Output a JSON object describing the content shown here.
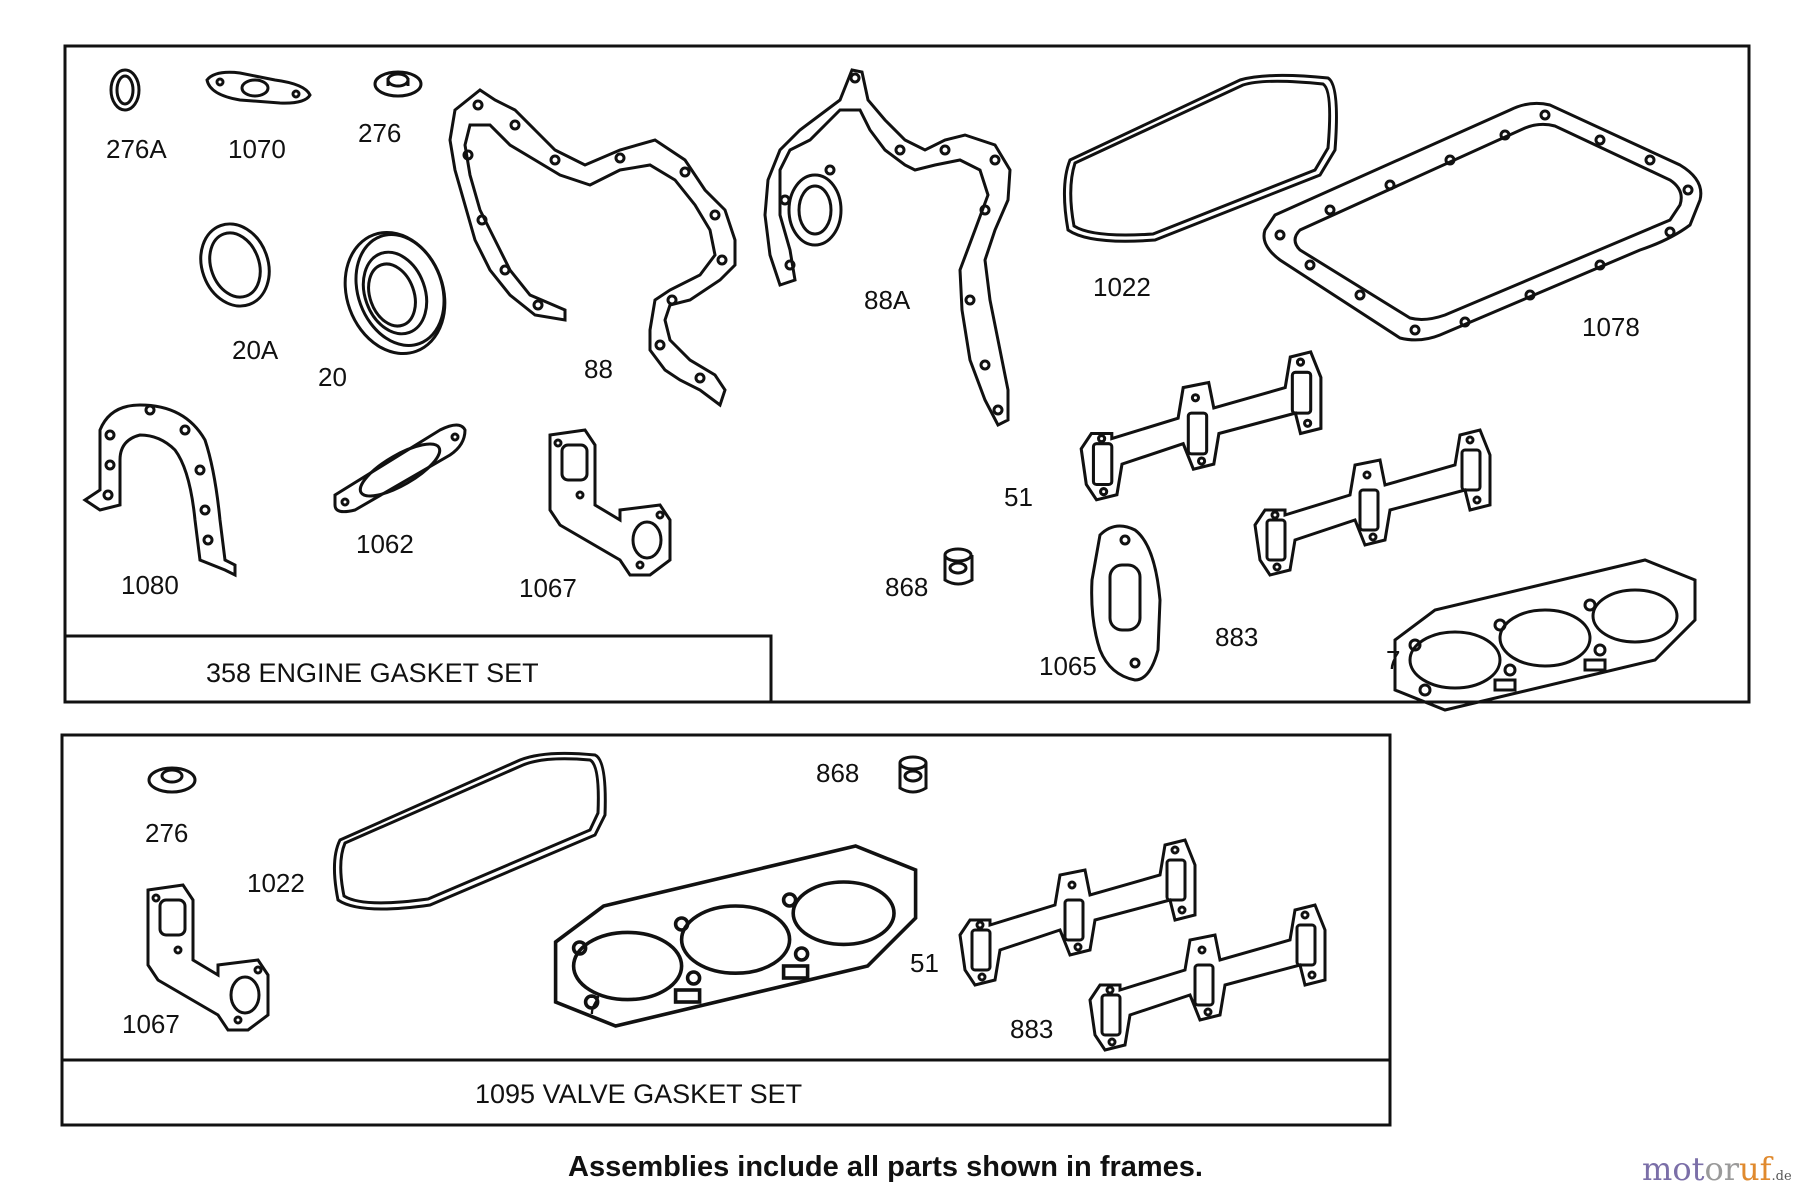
{
  "engine_set": {
    "title": "358 ENGINE GASKET SET",
    "labels": {
      "p276A": "276A",
      "p1070": "1070",
      "p276": "276",
      "p20A": "20A",
      "p20": "20",
      "p88": "88",
      "p88A": "88A",
      "p1022": "1022",
      "p1078": "1078",
      "p51": "51",
      "p1080": "1080",
      "p1062": "1062",
      "p1067": "1067",
      "p868": "868",
      "p1065": "1065",
      "p883": "883",
      "p7": "7"
    }
  },
  "valve_set": {
    "title": "1095 VALVE GASKET SET",
    "labels": {
      "p276": "276",
      "p1022": "1022",
      "p868": "868",
      "p1067": "1067",
      "p7": "7",
      "p51": "51",
      "p883": "883"
    }
  },
  "footer_note": "Assemblies include all parts shown in frames.",
  "watermark": {
    "part1": "mot",
    "part2": "or",
    "part3": "uf",
    "part4": ".de"
  },
  "colors": {
    "line": "#111111",
    "background": "#ffffff"
  }
}
